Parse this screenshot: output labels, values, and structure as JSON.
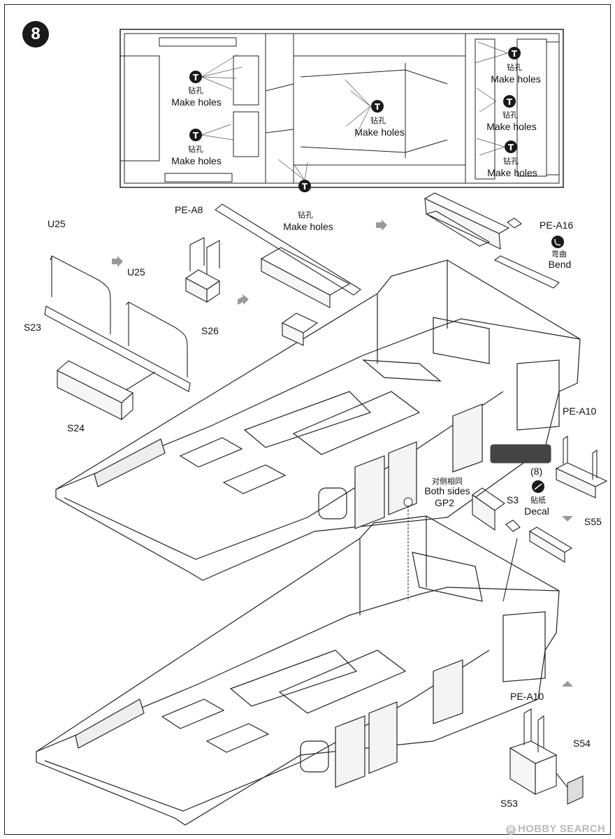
{
  "step": {
    "number": "8"
  },
  "drill_notes": [
    {
      "cn": "钻孔",
      "en": "Make holes"
    },
    {
      "cn": "钻孔",
      "en": "Make holes"
    },
    {
      "cn": "钻孔",
      "en": "Make holes"
    },
    {
      "cn": "钻孔",
      "en": "Make holes"
    },
    {
      "cn": "钻孔",
      "en": "Make holes"
    },
    {
      "cn": "钻孔",
      "en": "Make holes"
    },
    {
      "cn": "钻孔",
      "en": "Make holes"
    }
  ],
  "parts": {
    "U25_a": "U25",
    "U25_b": "U25",
    "S23": "S23",
    "S24": "S24",
    "PE_A8": "PE-A8",
    "S26": "S26",
    "PE_A16": "PE-A16",
    "PE_A10_a": "PE-A10",
    "PE_A10_b": "PE-A10",
    "S55": "S55",
    "GP2": "GP2",
    "S3": "S3",
    "S53": "S53",
    "S54": "S54"
  },
  "notes": {
    "bend_cn": "弯曲",
    "bend_en": "Bend",
    "both_sides_cn": "对侧相同",
    "both_sides_en": "Both sides",
    "decal_cn": "贴纸",
    "decal_en": "Decal",
    "decal_number": "(8)"
  },
  "watermark": {
    "mark": "R",
    "text": "HOBBY SEARCH"
  }
}
